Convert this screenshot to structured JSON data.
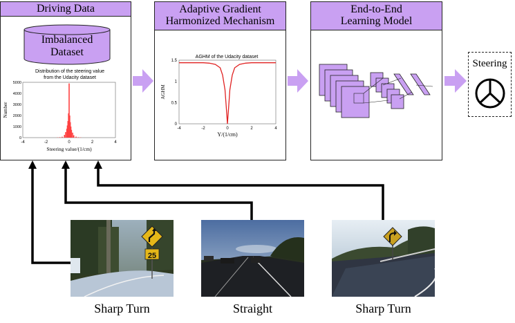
{
  "panels": {
    "driving_data": {
      "title": "Driving Data",
      "dataset_line1": "Imbalanced",
      "dataset_line2": "Dataset",
      "hist_title_line1": "Distribution of the steering value",
      "hist_title_line2": "from the Udacity dataset",
      "ylabel": "Number",
      "xlabel": "Steering value/(1/cm)",
      "yticks": [
        "0",
        "1000",
        "2000",
        "3000",
        "4000",
        "5000"
      ],
      "xticks": [
        "-4",
        "-2",
        "0",
        "2",
        "4"
      ]
    },
    "aghm": {
      "title_line1": "Adaptive Gradient",
      "title_line2": "Harmonized Mechanism",
      "plot_title": "AGHM of the Udacity dataset",
      "ylabel": "AGHM",
      "xlabel": "Y/(1/cm)",
      "yticks": [
        "0",
        "0.5",
        "1",
        "1.5"
      ],
      "xticks": [
        "-4",
        "-2",
        "0",
        "2",
        "4"
      ]
    },
    "model": {
      "title_line1": "End-to-End",
      "title_line2": "Learning Model"
    },
    "steering": {
      "label": "Steering"
    }
  },
  "captions": {
    "left": "Sharp Turn",
    "middle": "Straight",
    "right": "Sharp Turn"
  },
  "signs": {
    "speed": "25"
  },
  "colors": {
    "header": "#c9a0f2",
    "arrow": "#c9a0f2",
    "curve": "#e02020",
    "hist": "#ff4040"
  },
  "chart_data": [
    {
      "type": "bar",
      "title": "Distribution of the steering value from the Udacity dataset",
      "xlabel": "Steering value/(1/cm)",
      "ylabel": "Number",
      "x": [
        -1.0,
        -0.8,
        -0.6,
        -0.4,
        -0.3,
        -0.2,
        -0.15,
        -0.1,
        -0.05,
        0,
        0.05,
        0.1,
        0.15,
        0.2,
        0.3,
        0.4,
        0.6,
        0.8,
        1.0
      ],
      "values": [
        20,
        40,
        80,
        250,
        500,
        800,
        1100,
        1500,
        2200,
        4900,
        2000,
        1400,
        1000,
        700,
        450,
        220,
        90,
        40,
        20
      ],
      "xlim": [
        -4,
        4
      ],
      "ylim": [
        0,
        5000
      ]
    },
    {
      "type": "line",
      "title": "AGHM of the Udacity dataset",
      "xlabel": "Y/(1/cm)",
      "ylabel": "AGHM",
      "x": [
        -4,
        -3,
        -2,
        -1.5,
        -1,
        -0.6,
        -0.4,
        -0.2,
        -0.1,
        0,
        0.1,
        0.2,
        0.4,
        0.6,
        1,
        1.5,
        2,
        3,
        4
      ],
      "values": [
        1.44,
        1.44,
        1.44,
        1.43,
        1.4,
        1.32,
        1.15,
        0.8,
        0.4,
        0.0,
        0.4,
        0.8,
        1.15,
        1.32,
        1.4,
        1.43,
        1.44,
        1.44,
        1.44
      ],
      "xlim": [
        -4,
        4
      ],
      "ylim": [
        0,
        1.5
      ]
    }
  ]
}
